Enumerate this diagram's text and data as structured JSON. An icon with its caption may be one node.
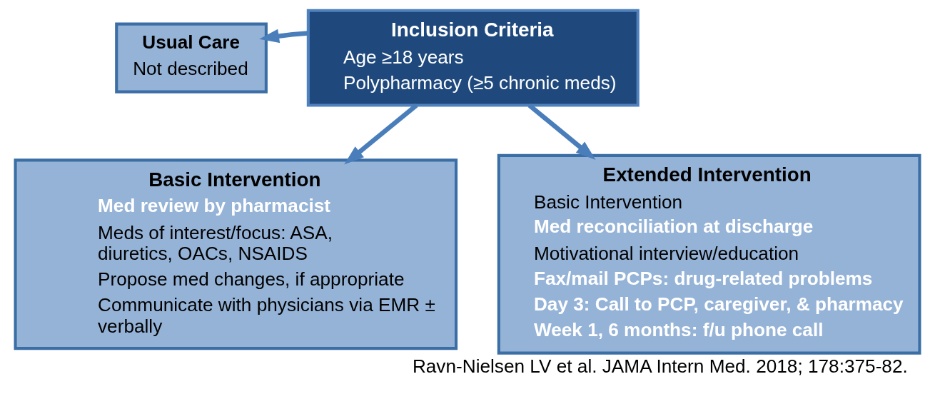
{
  "diagram": {
    "caption": "Ravn-Nielsen LV et al. JAMA Intern Med. 2018; 178:375-82.",
    "nodes": [
      {
        "text": [
          "Usual Care",
          "Not described"
        ]
      },
      {
        "text": [
          "Inclusion Criteria",
          "Age ≥18 years",
          "Polypharmacy (≥5 chronic meds)"
        ]
      },
      {
        "text": [
          "Basic Intervention",
          "Med review by pharmacist",
          "Meds of interest/focus: ASA, diuretics, OACs, NSAIDS",
          "Propose med changes, if appropriate",
          "Communicate with physicians via EMR ± verbally"
        ]
      },
      {
        "text": [
          "Extended Intervention",
          "Basic Intervention",
          "Med reconciliation at discharge",
          "Motivational interview/education",
          "Fax/mail PCPs: drug-related problems",
          "Day 3: Call to PCP, caregiver, & pharmacy",
          "Week 1, 6 months: f/u phone call"
        ]
      }
    ],
    "edges": [
      {
        "from": 1,
        "to": 0,
        "arrow": "to"
      },
      {
        "from": 1,
        "to": 2,
        "arrow": "to"
      },
      {
        "from": 1,
        "to": 3,
        "arrow": "to"
      }
    ]
  }
}
